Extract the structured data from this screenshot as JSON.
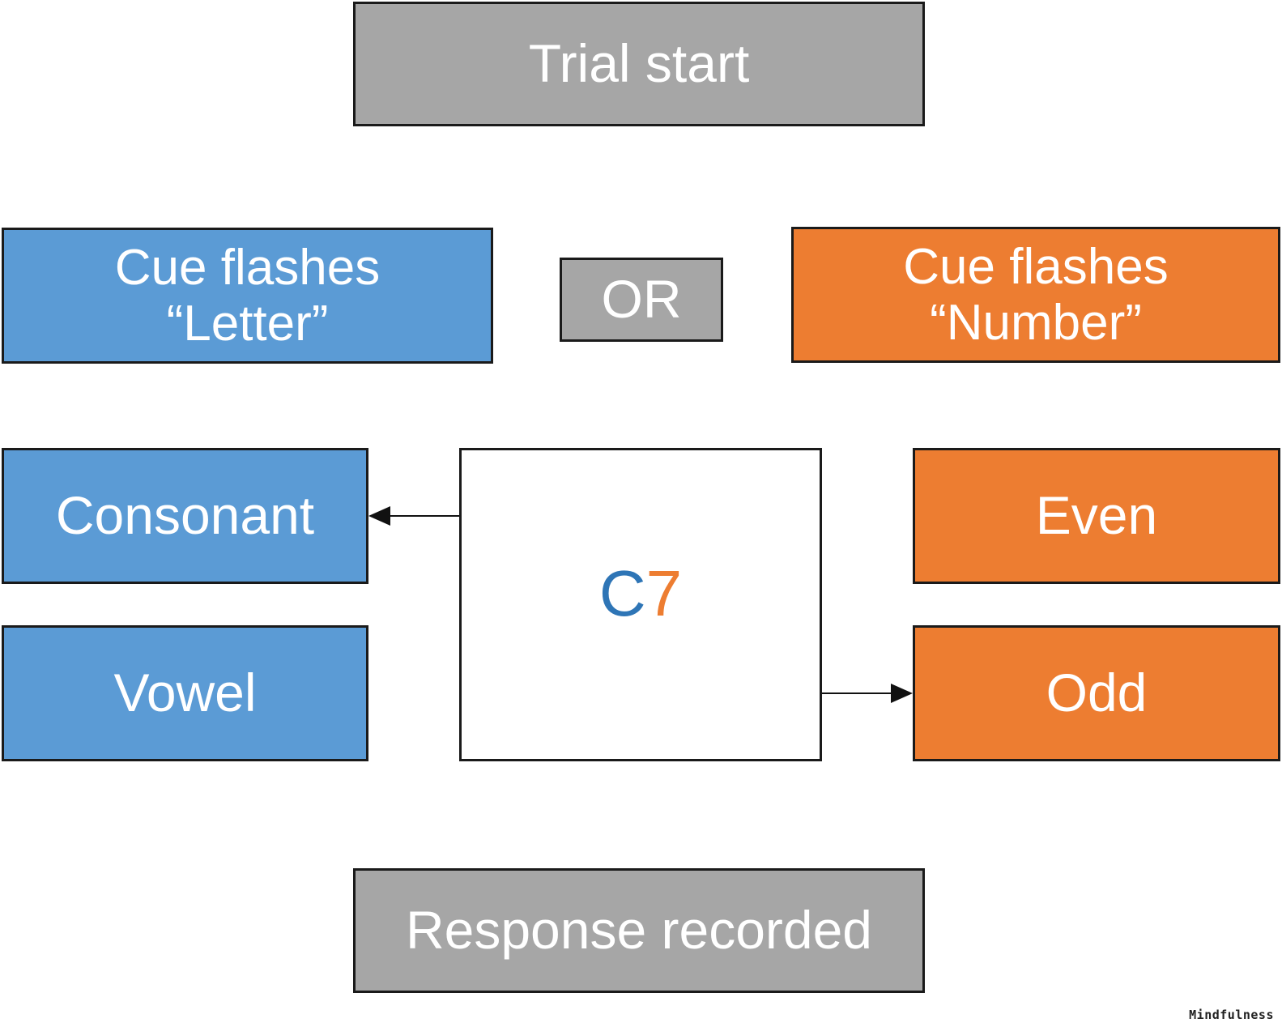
{
  "diagram": {
    "trial_start": "Trial start",
    "cue_letter": {
      "line1": "Cue flashes",
      "line2": "“Letter”"
    },
    "or_label": "OR",
    "cue_number": {
      "line1": "Cue flashes",
      "line2": "“Number”"
    },
    "letter_responses": {
      "consonant": "Consonant",
      "vowel": "Vowel"
    },
    "stimulus": {
      "letter": "C",
      "digit": "7"
    },
    "number_responses": {
      "even": "Even",
      "odd": "Odd"
    },
    "response_recorded": "Response recorded"
  },
  "watermark": "Mindfulness",
  "colors": {
    "letter_blue": "#5b9bd5",
    "number_orange": "#ed7d31",
    "neutral_gray": "#a6a6a6",
    "stimulus_letter_text": "#2e75b6",
    "stimulus_digit_text": "#ed7d31"
  }
}
